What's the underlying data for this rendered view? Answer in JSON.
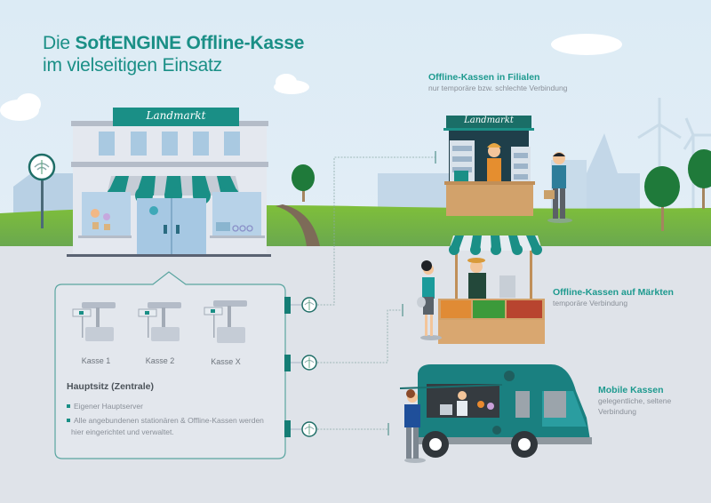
{
  "title": {
    "line1_prefix": "Die ",
    "line1_bold": "SoftENGINE Offline-Kasse",
    "line2": "im vielseitigen Einsatz"
  },
  "store": {
    "sign": "Landmarkt"
  },
  "kiosk": {
    "sign": "Landmarkt"
  },
  "locations": [
    {
      "title": "Offline-Kassen in Filialen",
      "subtitle": "nur temporäre bzw. schlechte Verbindung"
    },
    {
      "title": "Offline-Kassen auf Märkten",
      "subtitle": "temporäre Verbindung"
    },
    {
      "title": "Mobile Kassen",
      "subtitle_line1": "gelegentliche, seltene",
      "subtitle_line2": "Verbindung"
    }
  ],
  "headquarters": {
    "title": "Hauptsitz (Zentrale)",
    "registers": [
      "Kasse 1",
      "Kasse 2",
      "Kasse X"
    ],
    "bullets": [
      "Eigener Hauptserver",
      "Alle angebundenen stationären & Offline-Kassen werden",
      "hier eingerichtet und verwaltet."
    ]
  },
  "icons": {
    "connection": "wifi-antenna-icon",
    "register": "pos-terminal-icon"
  },
  "colors": {
    "accent": "#1a8f86",
    "sky": "#dbe9f3",
    "grass": "#7cb342",
    "ground": "#dfe3e9",
    "label_gray": "#8a9099"
  }
}
